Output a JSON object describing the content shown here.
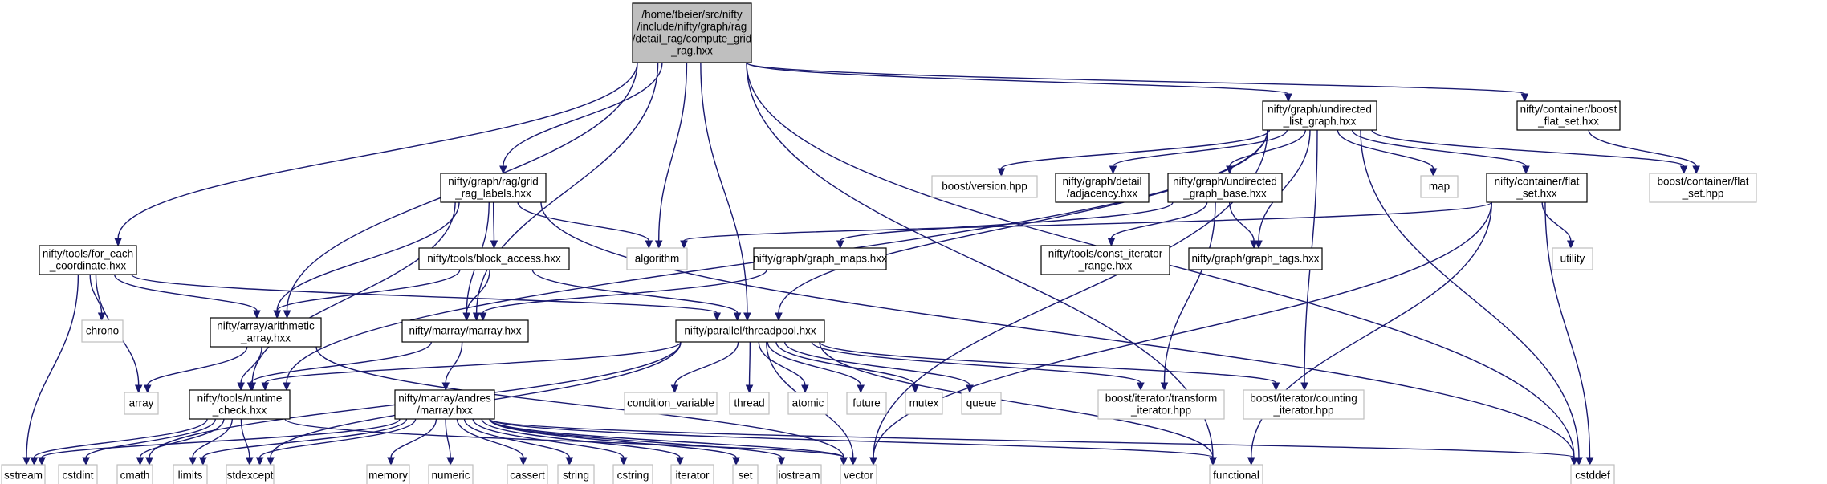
{
  "colors": {
    "edge": "#191970",
    "main_fill": "#bfbfbf",
    "main_border": "#000000",
    "local_border": "#000000",
    "external_border": "#bfbfbf"
  },
  "nodes": {
    "compute_grid_rag": {
      "lines": [
        "/home/tbeier/src/nifty",
        "/include/nifty/graph/rag",
        "/detail_rag/compute_grid",
        "_rag.hxx"
      ],
      "kind": "main"
    },
    "undirected_list_graph": {
      "lines": [
        "nifty/graph/undirected",
        "_list_graph.hxx"
      ],
      "kind": "local"
    },
    "container_boost_flat_set": {
      "lines": [
        "nifty/container/boost",
        "_flat_set.hxx"
      ],
      "kind": "local"
    },
    "grid_rag_labels": {
      "lines": [
        "nifty/graph/rag/grid",
        "_rag_labels.hxx"
      ],
      "kind": "local"
    },
    "boost_version": {
      "lines": [
        "boost/version.hpp"
      ],
      "kind": "external"
    },
    "detail_adjacency": {
      "lines": [
        "nifty/graph/detail",
        "/adjacency.hxx"
      ],
      "kind": "local"
    },
    "undirected_graph_base": {
      "lines": [
        "nifty/graph/undirected",
        "_graph_base.hxx"
      ],
      "kind": "local"
    },
    "map": {
      "lines": [
        "map"
      ],
      "kind": "external"
    },
    "container_flat_set": {
      "lines": [
        "nifty/container/flat",
        "_set.hxx"
      ],
      "kind": "local"
    },
    "boost_container_flat_set": {
      "lines": [
        "boost/container/flat",
        "_set.hpp"
      ],
      "kind": "external"
    },
    "for_each_coordinate": {
      "lines": [
        "nifty/tools/for_each",
        "_coordinate.hxx"
      ],
      "kind": "local"
    },
    "block_access": {
      "lines": [
        "nifty/tools/block_access.hxx"
      ],
      "kind": "local"
    },
    "algorithm": {
      "lines": [
        "algorithm"
      ],
      "kind": "external"
    },
    "graph_maps": {
      "lines": [
        "nifty/graph/graph_maps.hxx"
      ],
      "kind": "local"
    },
    "const_iterator_range": {
      "lines": [
        "nifty/tools/const_iterator",
        "_range.hxx"
      ],
      "kind": "local"
    },
    "graph_tags": {
      "lines": [
        "nifty/graph/graph_tags.hxx"
      ],
      "kind": "local"
    },
    "utility": {
      "lines": [
        "utility"
      ],
      "kind": "external"
    },
    "chrono": {
      "lines": [
        "chrono"
      ],
      "kind": "external"
    },
    "arithmetic_array": {
      "lines": [
        "nifty/array/arithmetic",
        "_array.hxx"
      ],
      "kind": "local"
    },
    "marray": {
      "lines": [
        "nifty/marray/marray.hxx"
      ],
      "kind": "local"
    },
    "threadpool": {
      "lines": [
        "nifty/parallel/threadpool.hxx"
      ],
      "kind": "local"
    },
    "array": {
      "lines": [
        "array"
      ],
      "kind": "external"
    },
    "runtime_check": {
      "lines": [
        "nifty/tools/runtime",
        "_check.hxx"
      ],
      "kind": "local"
    },
    "andres_marray": {
      "lines": [
        "nifty/marray/andres",
        "/marray.hxx"
      ],
      "kind": "local"
    },
    "condition_variable": {
      "lines": [
        "condition_variable"
      ],
      "kind": "external"
    },
    "thread": {
      "lines": [
        "thread"
      ],
      "kind": "external"
    },
    "atomic": {
      "lines": [
        "atomic"
      ],
      "kind": "external"
    },
    "future": {
      "lines": [
        "future"
      ],
      "kind": "external"
    },
    "mutex": {
      "lines": [
        "mutex"
      ],
      "kind": "external"
    },
    "queue": {
      "lines": [
        "queue"
      ],
      "kind": "external"
    },
    "transform_iterator": {
      "lines": [
        "boost/iterator/transform",
        "_iterator.hpp"
      ],
      "kind": "external"
    },
    "counting_iterator": {
      "lines": [
        "boost/iterator/counting",
        "_iterator.hpp"
      ],
      "kind": "external"
    },
    "sstream": {
      "lines": [
        "sstream"
      ],
      "kind": "external"
    },
    "cstdint": {
      "lines": [
        "cstdint"
      ],
      "kind": "external"
    },
    "cmath": {
      "lines": [
        "cmath"
      ],
      "kind": "external"
    },
    "limits": {
      "lines": [
        "limits"
      ],
      "kind": "external"
    },
    "stdexcept": {
      "lines": [
        "stdexcept"
      ],
      "kind": "external"
    },
    "memory": {
      "lines": [
        "memory"
      ],
      "kind": "external"
    },
    "numeric": {
      "lines": [
        "numeric"
      ],
      "kind": "external"
    },
    "cassert": {
      "lines": [
        "cassert"
      ],
      "kind": "external"
    },
    "string": {
      "lines": [
        "string"
      ],
      "kind": "external"
    },
    "cstring": {
      "lines": [
        "cstring"
      ],
      "kind": "external"
    },
    "iterator": {
      "lines": [
        "iterator"
      ],
      "kind": "external"
    },
    "set": {
      "lines": [
        "set"
      ],
      "kind": "external"
    },
    "iostream": {
      "lines": [
        "iostream"
      ],
      "kind": "external"
    },
    "vector": {
      "lines": [
        "vector"
      ],
      "kind": "external"
    },
    "functional": {
      "lines": [
        "functional"
      ],
      "kind": "external"
    },
    "cstddef": {
      "lines": [
        "cstddef"
      ],
      "kind": "external"
    }
  },
  "edges": [
    [
      "compute_grid_rag",
      "undirected_list_graph"
    ],
    [
      "compute_grid_rag",
      "container_boost_flat_set"
    ],
    [
      "compute_grid_rag",
      "cstddef"
    ],
    [
      "compute_grid_rag",
      "functional"
    ],
    [
      "compute_grid_rag",
      "grid_rag_labels"
    ],
    [
      "compute_grid_rag",
      "algorithm"
    ],
    [
      "compute_grid_rag",
      "marray"
    ],
    [
      "compute_grid_rag",
      "threadpool"
    ],
    [
      "compute_grid_rag",
      "arithmetic_array"
    ],
    [
      "compute_grid_rag",
      "for_each_coordinate"
    ],
    [
      "undirected_list_graph",
      "boost_version"
    ],
    [
      "undirected_list_graph",
      "detail_adjacency"
    ],
    [
      "undirected_list_graph",
      "undirected_graph_base"
    ],
    [
      "undirected_list_graph",
      "map"
    ],
    [
      "undirected_list_graph",
      "container_flat_set"
    ],
    [
      "undirected_list_graph",
      "boost_container_flat_set"
    ],
    [
      "undirected_list_graph",
      "graph_tags"
    ],
    [
      "undirected_list_graph",
      "threadpool"
    ],
    [
      "undirected_list_graph",
      "runtime_check"
    ],
    [
      "undirected_list_graph",
      "counting_iterator"
    ],
    [
      "undirected_list_graph",
      "vector"
    ],
    [
      "undirected_list_graph",
      "cstddef"
    ],
    [
      "container_boost_flat_set",
      "boost_container_flat_set"
    ],
    [
      "undirected_graph_base",
      "graph_maps"
    ],
    [
      "undirected_graph_base",
      "const_iterator_range"
    ],
    [
      "undirected_graph_base",
      "graph_tags"
    ],
    [
      "undirected_graph_base",
      "transform_iterator"
    ],
    [
      "container_flat_set",
      "algorithm"
    ],
    [
      "container_flat_set",
      "utility"
    ],
    [
      "container_flat_set",
      "cstddef"
    ],
    [
      "container_flat_set",
      "functional"
    ],
    [
      "container_flat_set",
      "vector"
    ],
    [
      "graph_maps",
      "marray"
    ],
    [
      "grid_rag_labels",
      "algorithm"
    ],
    [
      "grid_rag_labels",
      "block_access"
    ],
    [
      "grid_rag_labels",
      "arithmetic_array"
    ],
    [
      "grid_rag_labels",
      "marray"
    ],
    [
      "grid_rag_labels",
      "runtime_check"
    ],
    [
      "grid_rag_labels",
      "cstddef"
    ],
    [
      "block_access",
      "arithmetic_array"
    ],
    [
      "block_access",
      "marray"
    ],
    [
      "block_access",
      "threadpool"
    ],
    [
      "for_each_coordinate",
      "sstream"
    ],
    [
      "for_each_coordinate",
      "chrono"
    ],
    [
      "for_each_coordinate",
      "array"
    ],
    [
      "for_each_coordinate",
      "arithmetic_array"
    ],
    [
      "for_each_coordinate",
      "threadpool"
    ],
    [
      "arithmetic_array",
      "array"
    ],
    [
      "arithmetic_array",
      "runtime_check"
    ],
    [
      "arithmetic_array",
      "vector"
    ],
    [
      "marray",
      "runtime_check"
    ],
    [
      "marray",
      "andres_marray"
    ],
    [
      "threadpool",
      "runtime_check"
    ],
    [
      "threadpool",
      "condition_variable"
    ],
    [
      "threadpool",
      "thread"
    ],
    [
      "threadpool",
      "atomic"
    ],
    [
      "threadpool",
      "future"
    ],
    [
      "threadpool",
      "mutex"
    ],
    [
      "threadpool",
      "queue"
    ],
    [
      "threadpool",
      "transform_iterator"
    ],
    [
      "threadpool",
      "counting_iterator"
    ],
    [
      "threadpool",
      "functional"
    ],
    [
      "threadpool",
      "vector"
    ],
    [
      "threadpool",
      "stdexcept"
    ],
    [
      "threadpool",
      "cmath"
    ],
    [
      "runtime_check",
      "sstream"
    ],
    [
      "runtime_check",
      "cstdint"
    ],
    [
      "runtime_check",
      "cmath"
    ],
    [
      "runtime_check",
      "limits"
    ],
    [
      "runtime_check",
      "stdexcept"
    ],
    [
      "runtime_check",
      "vector"
    ],
    [
      "andres_marray",
      "sstream"
    ],
    [
      "andres_marray",
      "limits"
    ],
    [
      "andres_marray",
      "stdexcept"
    ],
    [
      "andres_marray",
      "memory"
    ],
    [
      "andres_marray",
      "numeric"
    ],
    [
      "andres_marray",
      "cassert"
    ],
    [
      "andres_marray",
      "string"
    ],
    [
      "andres_marray",
      "cstring"
    ],
    [
      "andres_marray",
      "iterator"
    ],
    [
      "andres_marray",
      "set"
    ],
    [
      "andres_marray",
      "iostream"
    ],
    [
      "andres_marray",
      "vector"
    ],
    [
      "andres_marray",
      "functional"
    ],
    [
      "andres_marray",
      "cstddef"
    ]
  ]
}
